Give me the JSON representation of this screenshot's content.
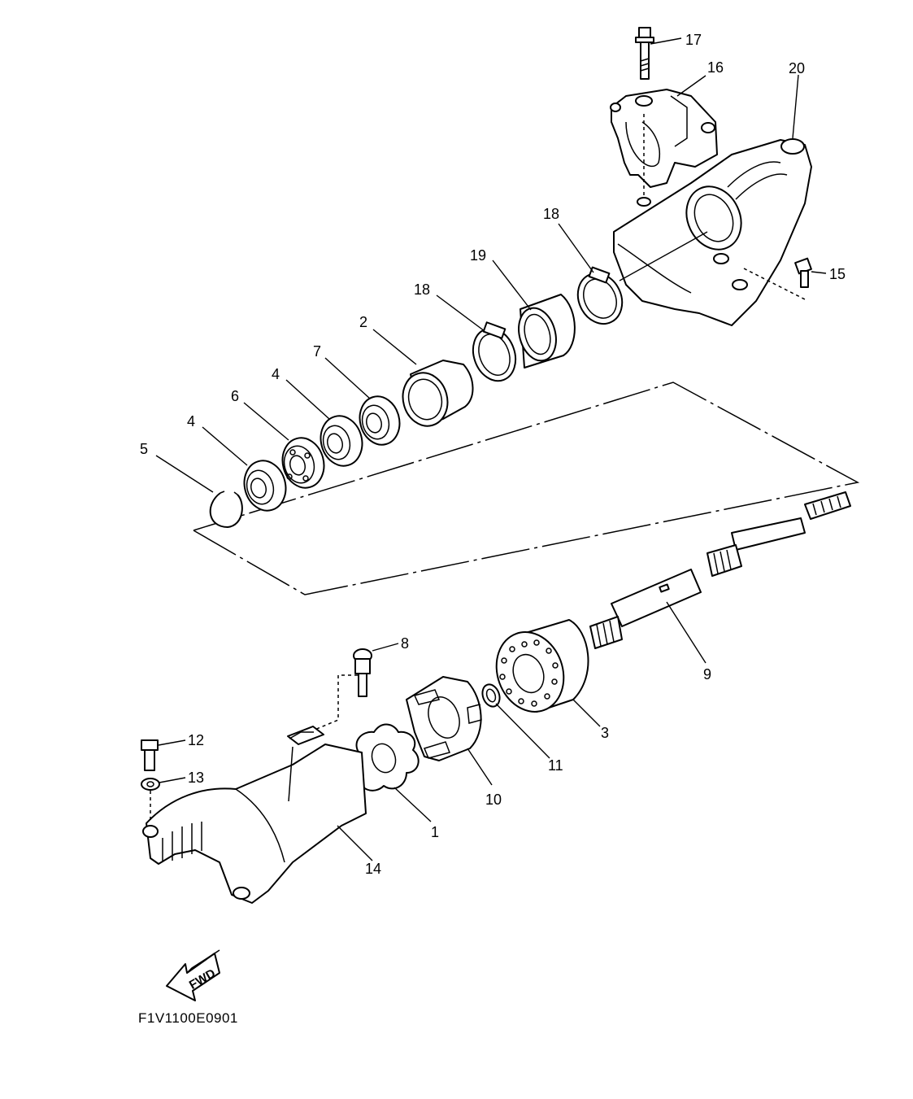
{
  "diagram": {
    "document_code": "F1V1100E0901",
    "fwd_label": "FWD",
    "callouts": {
      "c1": "1",
      "c2": "2",
      "c3": "3",
      "c4a": "4",
      "c4b": "4",
      "c5": "5",
      "c6": "6",
      "c7": "7",
      "c8": "8",
      "c9": "9",
      "c10": "10",
      "c11": "11",
      "c12": "12",
      "c13": "13",
      "c14": "14",
      "c15": "15",
      "c16": "16",
      "c17": "17",
      "c18a": "18",
      "c18b": "18",
      "c19": "19",
      "c20": "20"
    }
  }
}
